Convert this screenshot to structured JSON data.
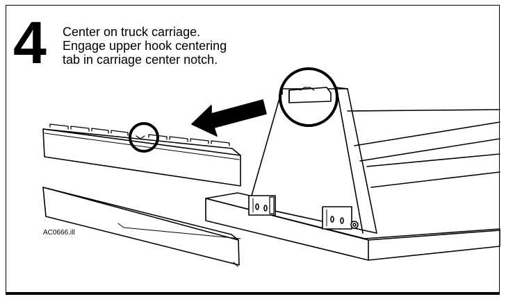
{
  "step": {
    "number": "4",
    "lines": [
      "Center on truck carriage.",
      "Engage upper hook centering",
      "tab in carriage center notch."
    ]
  },
  "figure_id": "AC0666.ill",
  "colors": {
    "ink": "#000000",
    "paper": "#ffffff"
  },
  "icons": [
    "arrow-left-icon",
    "highlight-circle-icon"
  ]
}
